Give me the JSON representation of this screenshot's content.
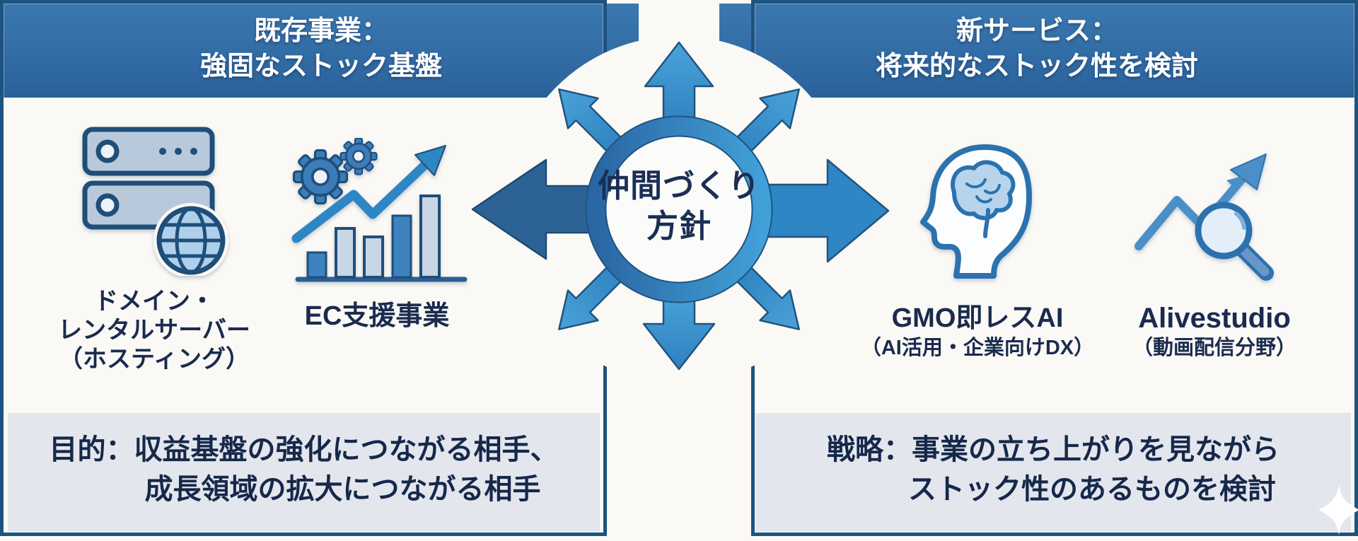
{
  "hub": {
    "label_line1": "仲間づくり",
    "label_line2": "方針"
  },
  "left_panel": {
    "header_line1": "既存事業：",
    "header_line2": "強固なストック基盤",
    "items": [
      {
        "icon": "server-globe-icon",
        "label_lines": [
          "ドメイン・",
          "レンタルサーバー",
          "（ホスティング）"
        ]
      },
      {
        "icon": "gears-growth-chart-icon",
        "label_lines": [
          "EC支援事業"
        ]
      }
    ],
    "footer_line1": "目的：収益基盤の強化につながる相手、",
    "footer_line2": "成長領域の拡大につながる相手"
  },
  "right_panel": {
    "header_line1": "新サービス：",
    "header_line2": "将来的なストック性を検討",
    "items": [
      {
        "icon": "head-brain-icon",
        "label_lines": [
          "GMO即レスAI",
          "（AI活用・企業向けDX）"
        ]
      },
      {
        "icon": "growth-magnifier-icon",
        "label_lines": [
          "Alivestudio",
          "（動画配信分野）"
        ]
      }
    ],
    "footer_line1": "戦略：事業の立ち上がりを見ながら",
    "footer_line2": "ストック性のあるものを検討"
  },
  "colors": {
    "header_blue": "#30699f",
    "panel_border_blue": "#1d537f",
    "arrow_blue": "#2e86c4",
    "arrow_dark_blue": "#2d6394",
    "ring_gradient_start": "#2a66a3",
    "ring_gradient_end": "#42a0d8",
    "text_navy": "#1a2b4e",
    "footer_gray": "#e3e6ed",
    "background_white": "#faf9f5"
  }
}
